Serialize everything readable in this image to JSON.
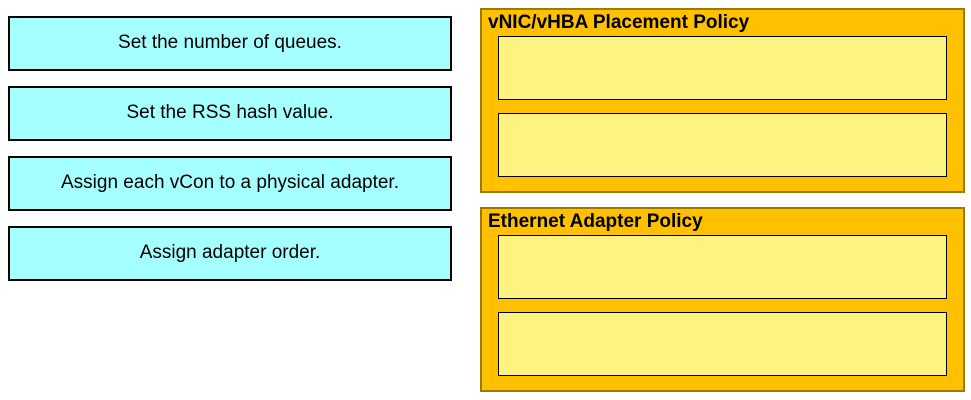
{
  "drag_items": [
    {
      "label": "Set the number of queues."
    },
    {
      "label": "Set the RSS hash value."
    },
    {
      "label": "Assign each vCon to a physical adapter."
    },
    {
      "label": "Assign adapter order."
    }
  ],
  "drop_panels": [
    {
      "title": "vNIC/vHBA Placement Policy",
      "slots": [
        "",
        ""
      ]
    },
    {
      "title": "Ethernet Adapter Policy",
      "slots": [
        "",
        ""
      ]
    }
  ],
  "colors": {
    "page_bg": "#ffffff",
    "drag_item_fill": "#a6ffff",
    "drag_item_border": "#000000",
    "panel_fill": "#ffc000",
    "panel_border": "#9c7a00",
    "slot_fill": "#fdf380",
    "slot_border": "#000000"
  }
}
